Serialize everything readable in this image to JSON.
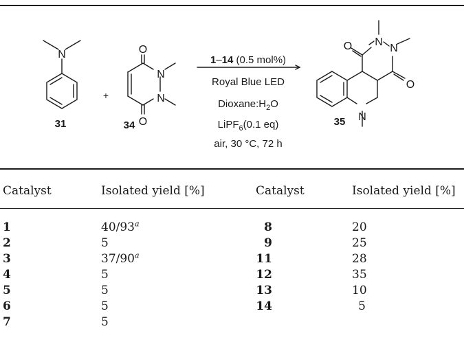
{
  "scheme": {
    "compound_31": "31",
    "compound_34": "34",
    "compound_35": "35",
    "plus": "+",
    "atoms": {
      "N": "N",
      "O": "O"
    },
    "conditions": {
      "catalyst_range_start": "1",
      "catalyst_range_sep": "–",
      "catalyst_range_end": "14",
      "catalyst_loading": " (0.5 mol%)",
      "light": "Royal Blue LED",
      "solvent_prefix": "Dioxane:H",
      "solvent_sub": "2",
      "solvent_suffix": "O",
      "additive_prefix": "LiPF",
      "additive_sub": "6",
      "additive_suffix": "(0.1 eq)",
      "time_temp": "air, 30 °C, 72 h"
    }
  },
  "table": {
    "headers": [
      "Catalyst",
      "Isolated yield [%]",
      "Catalyst",
      "Isolated yield [%]"
    ],
    "left_rows": [
      {
        "catalyst": "1",
        "yield": "40/93",
        "note": "a"
      },
      {
        "catalyst": "2",
        "yield": "5",
        "note": ""
      },
      {
        "catalyst": "3",
        "yield": "37/90",
        "note": "a"
      },
      {
        "catalyst": "4",
        "yield": "5",
        "note": ""
      },
      {
        "catalyst": "5",
        "yield": "5",
        "note": ""
      },
      {
        "catalyst": "6",
        "yield": "5",
        "note": ""
      },
      {
        "catalyst": "7",
        "yield": "5",
        "note": ""
      }
    ],
    "right_rows": [
      {
        "catalyst": "8",
        "yield": "20"
      },
      {
        "catalyst": "9",
        "yield": "25"
      },
      {
        "catalyst": "11",
        "yield": "28"
      },
      {
        "catalyst": "12",
        "yield": "35"
      },
      {
        "catalyst": "13",
        "yield": "10"
      },
      {
        "catalyst": "14",
        "yield": "5"
      }
    ]
  }
}
